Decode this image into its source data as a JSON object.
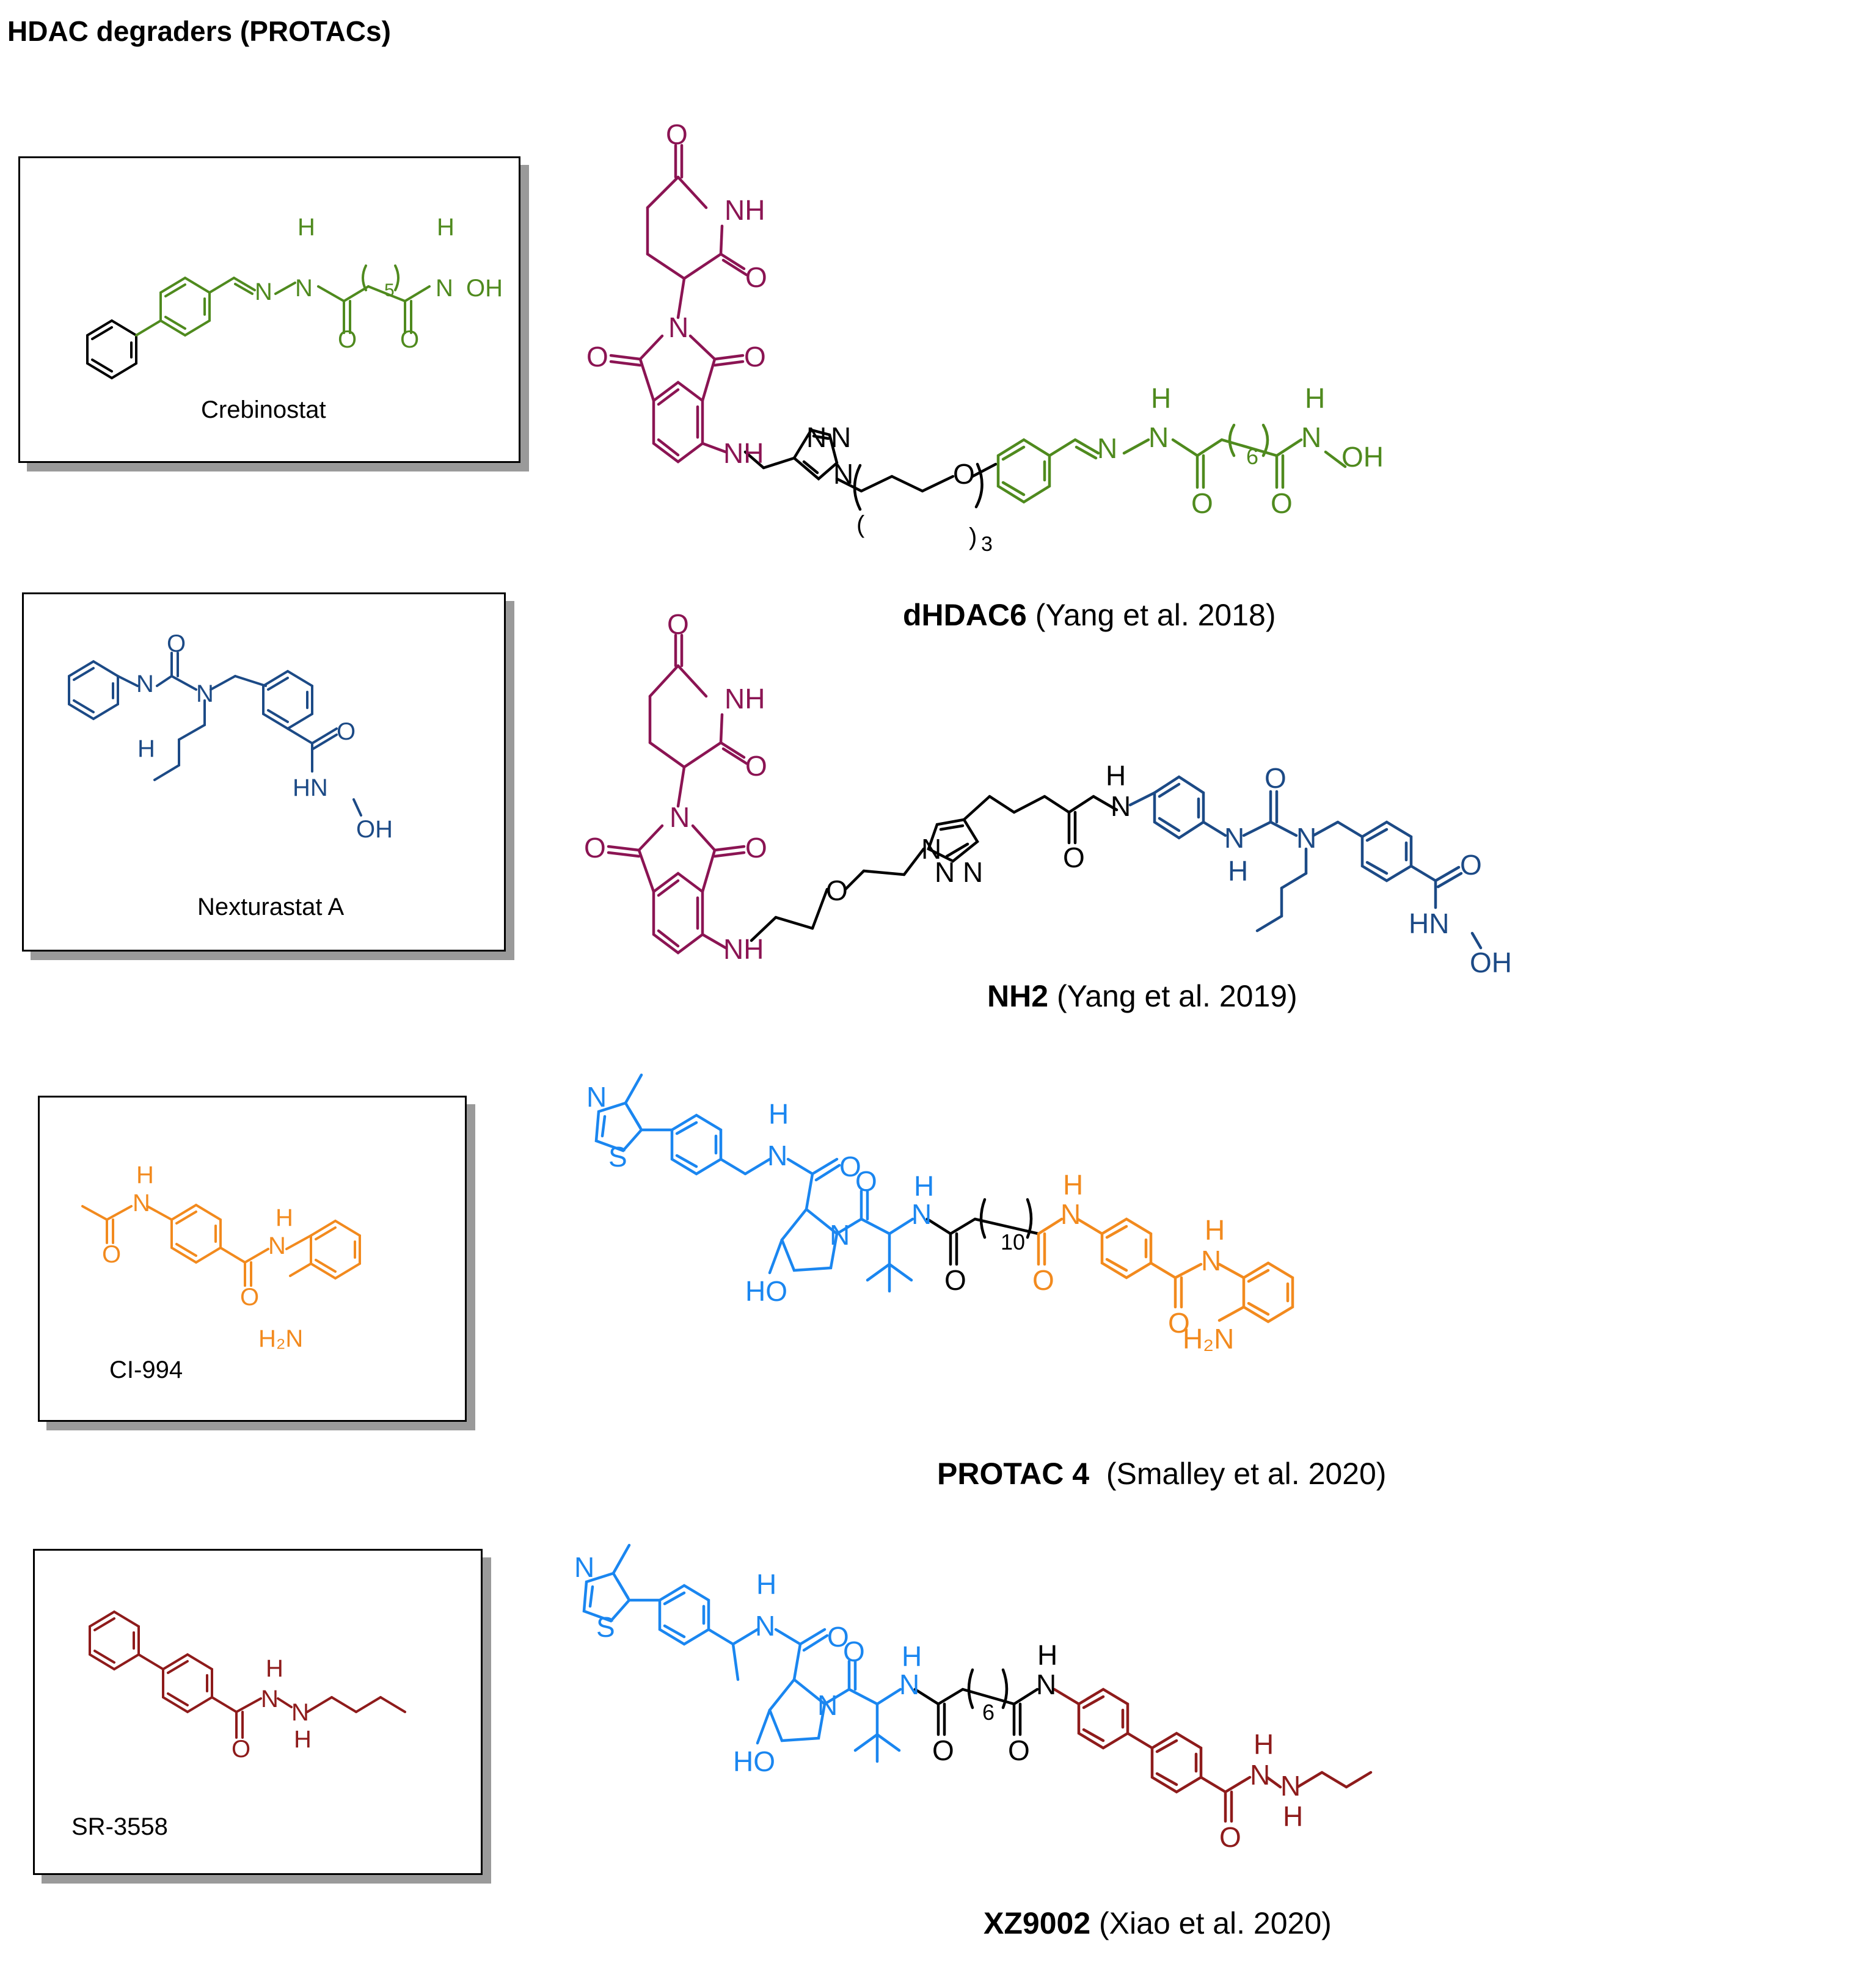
{
  "page": {
    "title": "HDAC degraders (PROTACs)"
  },
  "colors": {
    "green": "#4f8a1e",
    "navy": "#1c4a86",
    "orange": "#f28a1e",
    "dark_red": "#8e1b1b",
    "crimson": "#8b1453",
    "sky_blue": "#1a86f0",
    "black": "#000000"
  },
  "inhibitors": [
    {
      "name": "Crebinostat",
      "color_key": "green"
    },
    {
      "name": "Nexturastat A",
      "color_key": "navy"
    },
    {
      "name": "CI-994",
      "color_key": "orange"
    },
    {
      "name": "SR-3558",
      "color_key": "dark_red"
    }
  ],
  "degraders": [
    {
      "name": "dHDAC6",
      "citation": "(Yang et al. 2018)"
    },
    {
      "name": "NH2",
      "citation": "(Yang et al. 2019)"
    },
    {
      "name": "PROTAC 4",
      "citation": "(Smalley et al. 2020)"
    },
    {
      "name": "XZ9002",
      "citation": "(Xiao et al. 2020)"
    }
  ],
  "atom_labels": {
    "crebinostat": [
      "N",
      "H",
      "N",
      "5",
      "O",
      "O",
      "H",
      "N",
      "OH"
    ],
    "nexturastat": [
      "O",
      "H",
      "N",
      "N",
      "O",
      "HN",
      "OH"
    ],
    "ci994": [
      "H",
      "N",
      "O",
      "H",
      "N",
      "O",
      "H₂N"
    ],
    "sr3558": [
      "H",
      "N",
      "N",
      "O",
      "H"
    ],
    "dhdac6": [
      "O",
      "NH",
      "O",
      "N",
      "O",
      "O",
      "NH",
      "N",
      "N",
      "N",
      "(",
      "O",
      ")",
      "3",
      "N",
      "H",
      "N",
      "6",
      "O",
      "O",
      "H",
      "N",
      "OH"
    ],
    "nh2": [
      "O",
      "NH",
      "O",
      "N",
      "O",
      "O",
      "NH",
      "O",
      "N",
      "N",
      "N",
      "H",
      "N",
      "O",
      "H",
      "N",
      "O",
      "N",
      "O",
      "HN",
      "OH"
    ],
    "protac4": [
      "N",
      "S",
      "H",
      "N",
      "O",
      "N",
      "HO",
      "O",
      "H",
      "N",
      "10",
      "O",
      "O",
      "H",
      "N",
      "H",
      "N",
      "O",
      "H₂N"
    ],
    "xz9002": [
      "N",
      "S",
      "H",
      "N",
      "O",
      "N",
      "HO",
      "O",
      "H",
      "N",
      "6",
      "O",
      "O",
      "H",
      "N",
      "O",
      "H",
      "N",
      "N",
      "H"
    ]
  }
}
